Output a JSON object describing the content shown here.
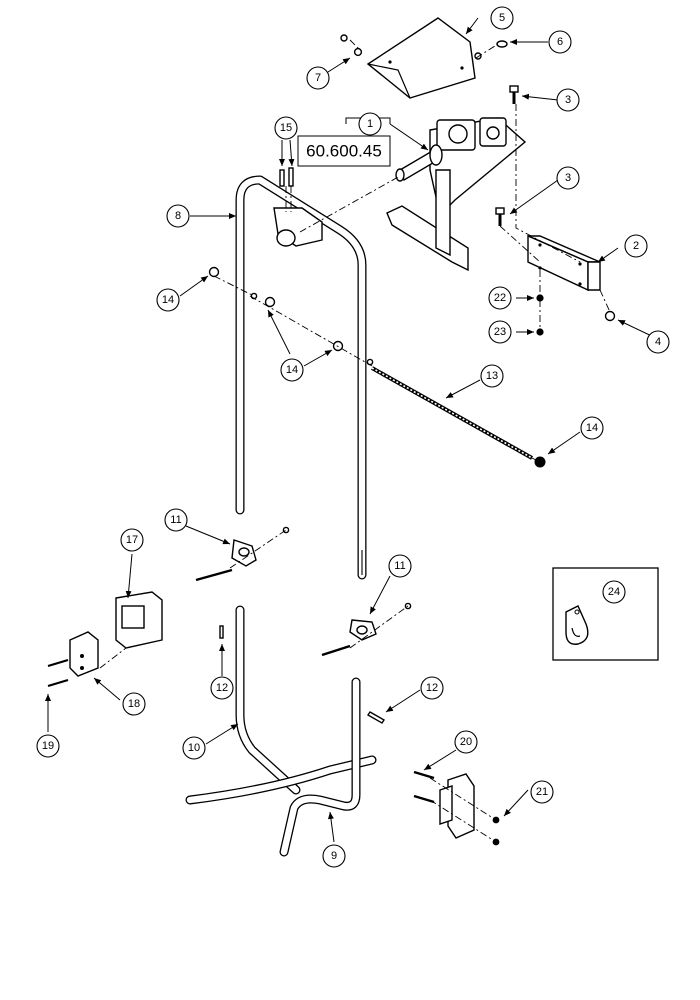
{
  "part_number_label": "60.600.45",
  "callouts": {
    "c1": "1",
    "c2": "2",
    "c3a": "3",
    "c3b": "3",
    "c4": "4",
    "c5": "5",
    "c6": "6",
    "c7": "7",
    "c8": "8",
    "c9": "9",
    "c10": "10",
    "c11a": "11",
    "c11b": "11",
    "c12a": "12",
    "c12b": "12",
    "c13": "13",
    "c14a": "14",
    "c14b": "14",
    "c14c": "14",
    "c15": "15",
    "c17": "17",
    "c18": "18",
    "c19": "19",
    "c20": "20",
    "c21": "21",
    "c22": "22",
    "c23": "23",
    "c24": "24"
  }
}
